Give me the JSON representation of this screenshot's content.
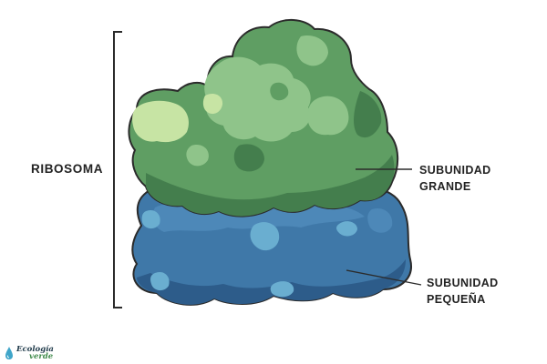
{
  "diagram": {
    "title": "RIBOSOMA",
    "large_subunit": [
      "SUBUNIDAD",
      "GRANDE"
    ],
    "small_subunit": [
      "SUBUNIDAD",
      "PEQUEÑA"
    ]
  },
  "logo": {
    "line1": "Ecología",
    "line2": "verde",
    "icon": "water-drop-icon"
  },
  "colors": {
    "large_subunit": "#5f9e63",
    "large_subunit_dark": "#447e4d",
    "large_subunit_light": "#8fc48a",
    "large_subunit_highlight": "#c7e4a4",
    "small_subunit": "#3f78a8",
    "small_subunit_dark": "#2d5c8a",
    "small_subunit_light": "#6aaed0",
    "outline": "#2b2b2b"
  }
}
